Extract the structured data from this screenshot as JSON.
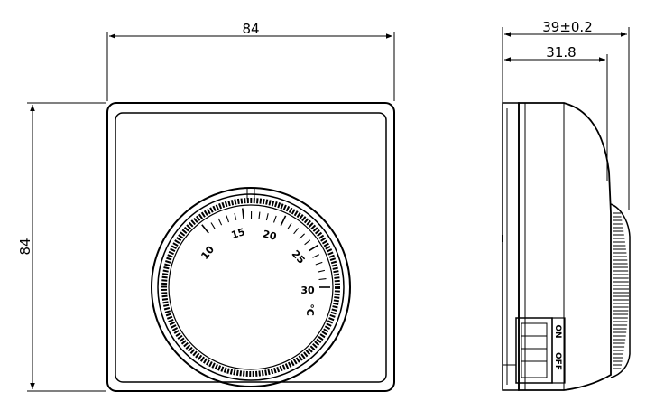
{
  "dimensions": {
    "front_width": "84",
    "front_height": "84",
    "side_overall_depth": "39±0.2",
    "side_body_depth": "31.8"
  },
  "dial": {
    "scale_labels": [
      "10",
      "15",
      "20",
      "25",
      "30"
    ],
    "unit": "°C"
  },
  "switch": {
    "on_label": "ON",
    "off_label": "OFF"
  }
}
